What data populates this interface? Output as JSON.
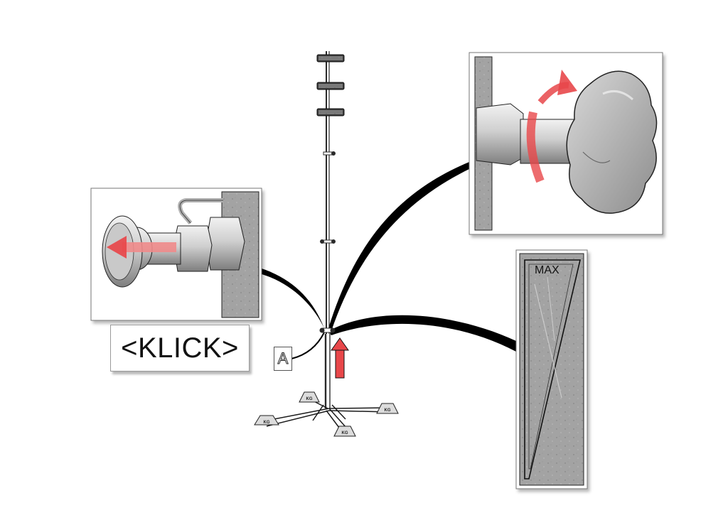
{
  "labels": {
    "klick": "<KLICK>",
    "detail_marker": "A",
    "max_mark": "MAX"
  },
  "base_weights": [
    {
      "text": "KG"
    },
    {
      "text": "KG"
    },
    {
      "text": "KG"
    },
    {
      "text": "KG"
    }
  ],
  "colors": {
    "arrow_red": "#e8474a",
    "arrow_red_light": "#f08b8b",
    "frame_border": "#777777",
    "metal_grey": "#b8b8b8",
    "concrete": "#9e9e9e",
    "pole_line": "#2a2a2a"
  }
}
